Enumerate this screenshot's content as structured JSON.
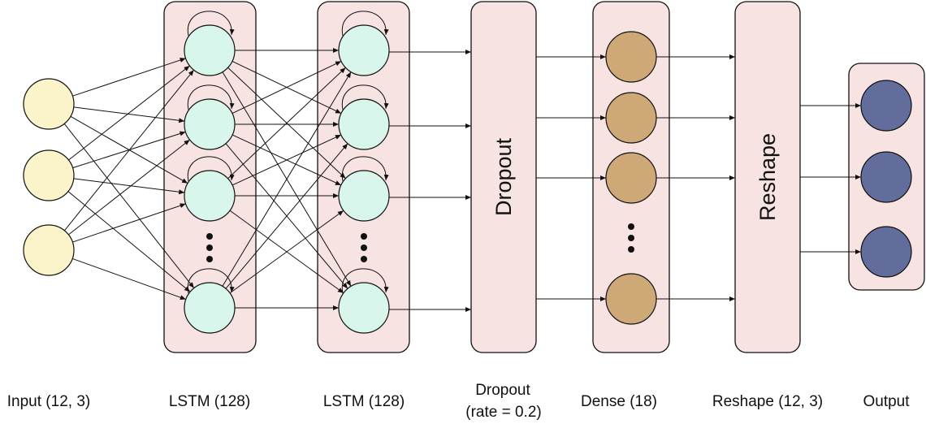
{
  "colors": {
    "input": "#fbf3c9",
    "lstm": "#d9f6ec",
    "dense": "#cfa878",
    "output": "#636d9c",
    "layer_box": "#f6e3e2",
    "stroke": "#111111"
  },
  "layers": [
    {
      "id": "input",
      "label": "Input (12, 3)"
    },
    {
      "id": "lstm1",
      "label": "LSTM (128)"
    },
    {
      "id": "lstm2",
      "label": "LSTM (128)"
    },
    {
      "id": "dropout",
      "label": "Dropout",
      "label_line2": "(rate = 0.2)",
      "box_text": "Dropout"
    },
    {
      "id": "dense",
      "label": "Dense (18)"
    },
    {
      "id": "reshape",
      "label": "Reshape (12, 3)",
      "box_text": "Reshape"
    },
    {
      "id": "output",
      "label": "Output"
    }
  ]
}
